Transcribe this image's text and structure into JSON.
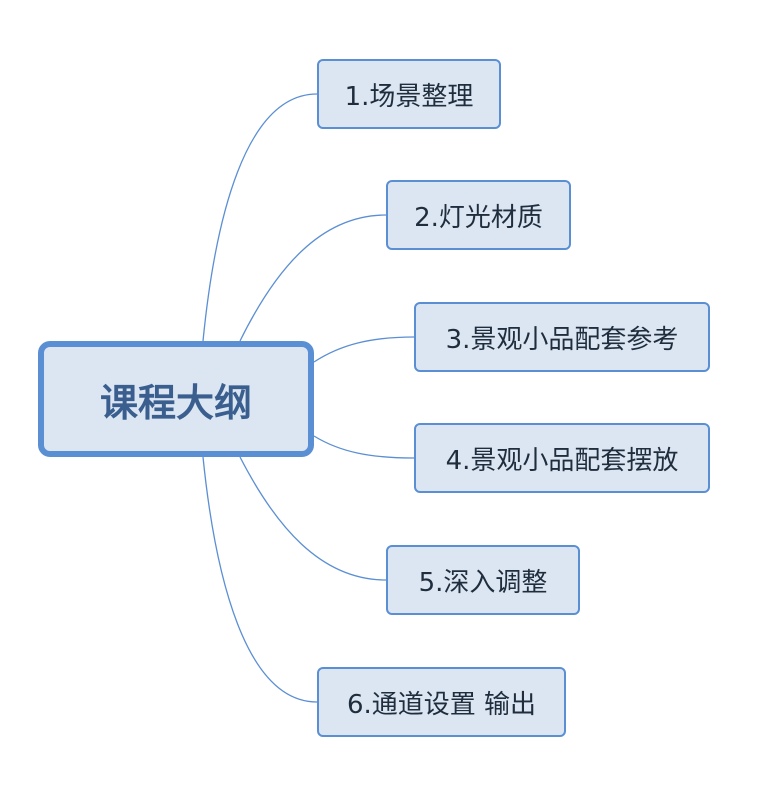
{
  "colors": {
    "node_fill": "#dce6f2",
    "node_border": "#5b8fd3",
    "connector": "#5b8fd3",
    "root_text": "#3a5f8f",
    "branch_text": "#1f2d3d"
  },
  "root": {
    "label": "课程大纲"
  },
  "branches": [
    {
      "label": "1.场景整理"
    },
    {
      "label": "2.灯光材质"
    },
    {
      "label": "3.景观小品配套参考"
    },
    {
      "label": "4.景观小品配套摆放"
    },
    {
      "label": "5.深入调整"
    },
    {
      "label": "6.通道设置 输出"
    }
  ]
}
